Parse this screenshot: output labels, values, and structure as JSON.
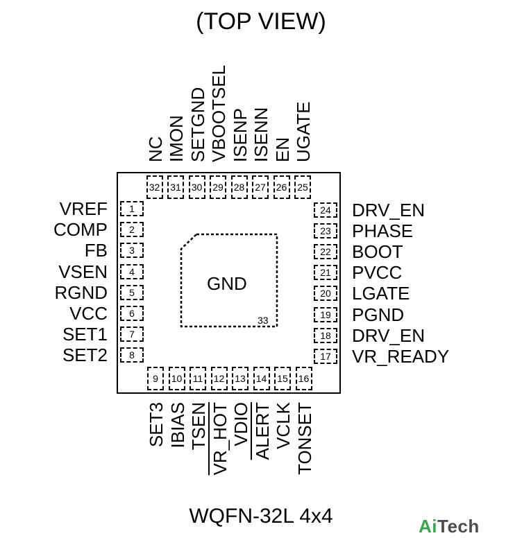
{
  "title": "(TOP VIEW)",
  "package": "WQFN-32L 4x4",
  "center_pad": {
    "label": "GND",
    "number": "33"
  },
  "pins": {
    "left": [
      {
        "num": "1",
        "name": "VREF"
      },
      {
        "num": "2",
        "name": "COMP"
      },
      {
        "num": "3",
        "name": "FB"
      },
      {
        "num": "4",
        "name": "VSEN"
      },
      {
        "num": "5",
        "name": "RGND"
      },
      {
        "num": "6",
        "name": "VCC"
      },
      {
        "num": "7",
        "name": "SET1"
      },
      {
        "num": "8",
        "name": "SET2"
      }
    ],
    "bottom": [
      {
        "num": "9",
        "name": "SET3"
      },
      {
        "num": "10",
        "name": "IBIAS"
      },
      {
        "num": "11",
        "name": "TSEN"
      },
      {
        "num": "12",
        "name": "VR_HOT",
        "overbar": true
      },
      {
        "num": "13",
        "name": "VDIO"
      },
      {
        "num": "14",
        "name": "ALERT",
        "overbar": true
      },
      {
        "num": "15",
        "name": "VCLK"
      },
      {
        "num": "16",
        "name": "TONSET"
      }
    ],
    "right": [
      {
        "num": "17",
        "name": "VR_READY"
      },
      {
        "num": "18",
        "name": "DRV_EN"
      },
      {
        "num": "19",
        "name": "PGND"
      },
      {
        "num": "20",
        "name": "LGATE"
      },
      {
        "num": "21",
        "name": "PVCC"
      },
      {
        "num": "22",
        "name": "BOOT"
      },
      {
        "num": "23",
        "name": "PHASE"
      },
      {
        "num": "24",
        "name": "DRV_EN"
      }
    ],
    "top": [
      {
        "num": "25",
        "name": "UGATE"
      },
      {
        "num": "26",
        "name": "EN"
      },
      {
        "num": "27",
        "name": "ISENN"
      },
      {
        "num": "28",
        "name": "ISENP"
      },
      {
        "num": "29",
        "name": "VBOOTSEL"
      },
      {
        "num": "30",
        "name": "SETGND"
      },
      {
        "num": "31",
        "name": "IMON"
      },
      {
        "num": "32",
        "name": "NC"
      }
    ]
  },
  "logo": {
    "part1": "Ai",
    "part2": "Tech"
  }
}
